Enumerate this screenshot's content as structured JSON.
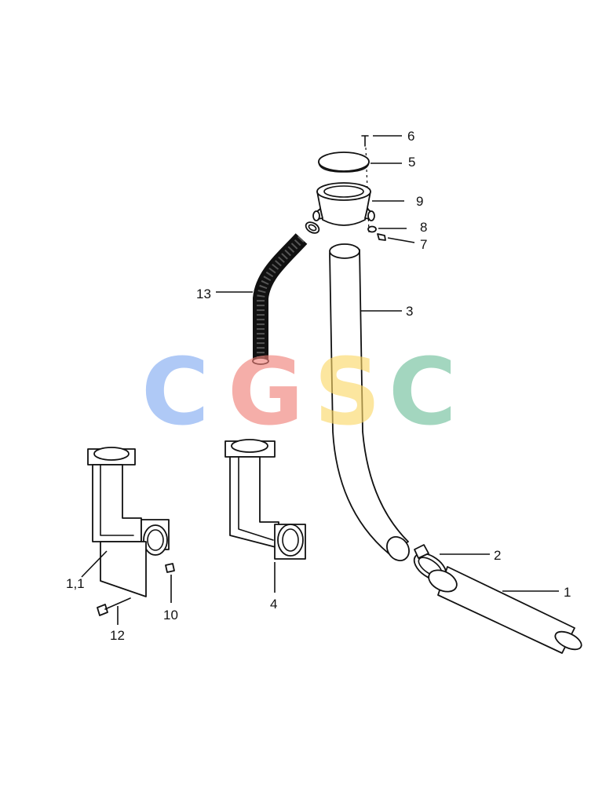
{
  "watermark": {
    "letters": [
      "C",
      "G",
      "S",
      "C"
    ],
    "colors": [
      "#7fa9f2",
      "#ef7e76",
      "#fbd766",
      "#6bbd98"
    ]
  },
  "callouts": {
    "c1": "1",
    "c2": "2",
    "c3": "3",
    "c4": "4",
    "c5": "5",
    "c6": "6",
    "c7": "7",
    "c8": "8",
    "c9": "9",
    "c10": "10",
    "c11": "1,1",
    "c12": "12",
    "c13": "13"
  }
}
